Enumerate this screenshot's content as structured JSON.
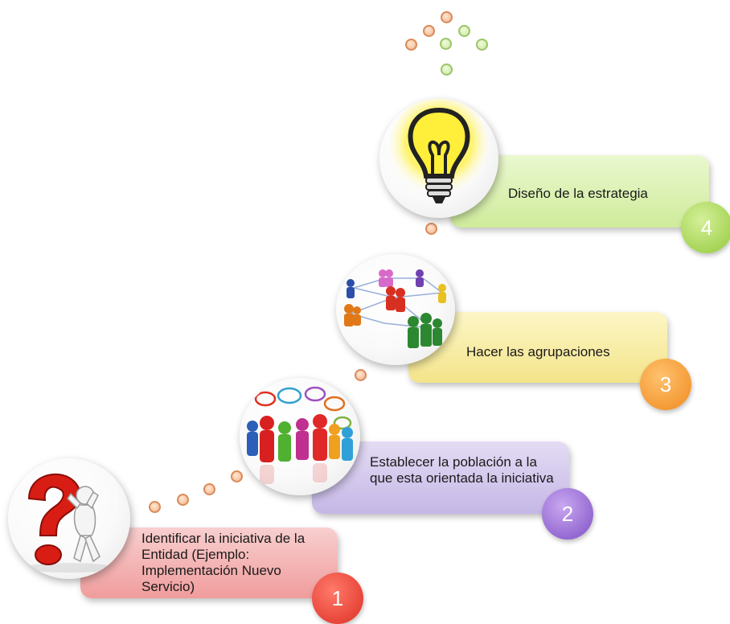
{
  "steps": [
    {
      "number": "1",
      "text": "Identificar la iniciativa de la Entidad (Ejemplo: Implementación Nuevo Servicio)",
      "icon": "question-mark-person-icon"
    },
    {
      "number": "2",
      "text": "Establecer la población a la que esta orientada la iniciativa",
      "icon": "talking-people-icon"
    },
    {
      "number": "3",
      "text": "Hacer las agrupaciones",
      "icon": "people-network-icon"
    },
    {
      "number": "4",
      "text": "Diseño de la estrategia",
      "icon": "lightbulb-icon"
    }
  ],
  "colors": {
    "step1": "#f3a7a7",
    "step1_num": "#e8433a",
    "step2": "#c9bfe6",
    "step2_num": "#8d5fcf",
    "step3": "#f7eba0",
    "step3_num": "#f5962d",
    "step4": "#d7f0a8",
    "step4_num": "#9fd34a",
    "dot_orange": "#f5b48a",
    "dot_green": "#c8e8a0"
  }
}
